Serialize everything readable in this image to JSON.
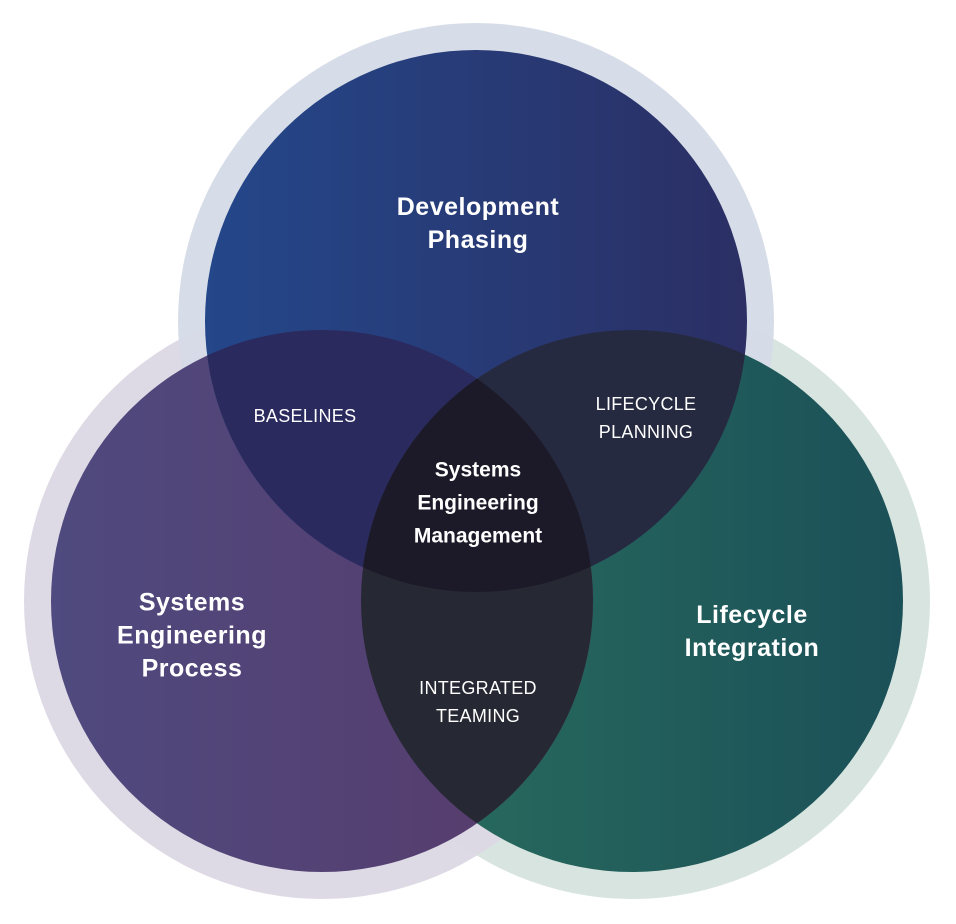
{
  "circles": {
    "top": {
      "label": "Development\nPhasing",
      "ring_color": "#d5dbe7",
      "fill_start": "#24478a",
      "fill_end": "#2b2f64"
    },
    "left": {
      "label": "Systems\nEngineering\nProcess",
      "ring_color": "#dcd8e4",
      "fill_start": "#4f4a7f",
      "fill_end": "#583a6a"
    },
    "right": {
      "label": "Lifecycle\nIntegration",
      "ring_color": "#d5e3dd",
      "fill_start": "#2a6e5e",
      "fill_end": "#1b5058"
    }
  },
  "overlaps": {
    "top_left": {
      "label": "BASELINES",
      "color": "#2b2a5e"
    },
    "top_right": {
      "label": "LIFECYCLE\nPLANNING",
      "color": "#262a40"
    },
    "left_right": {
      "label": "INTEGRATED\nTEAMING",
      "color": "#262833"
    },
    "center": {
      "label": "Systems\nEngineering\nManagement",
      "color": "#1c1a28"
    }
  }
}
